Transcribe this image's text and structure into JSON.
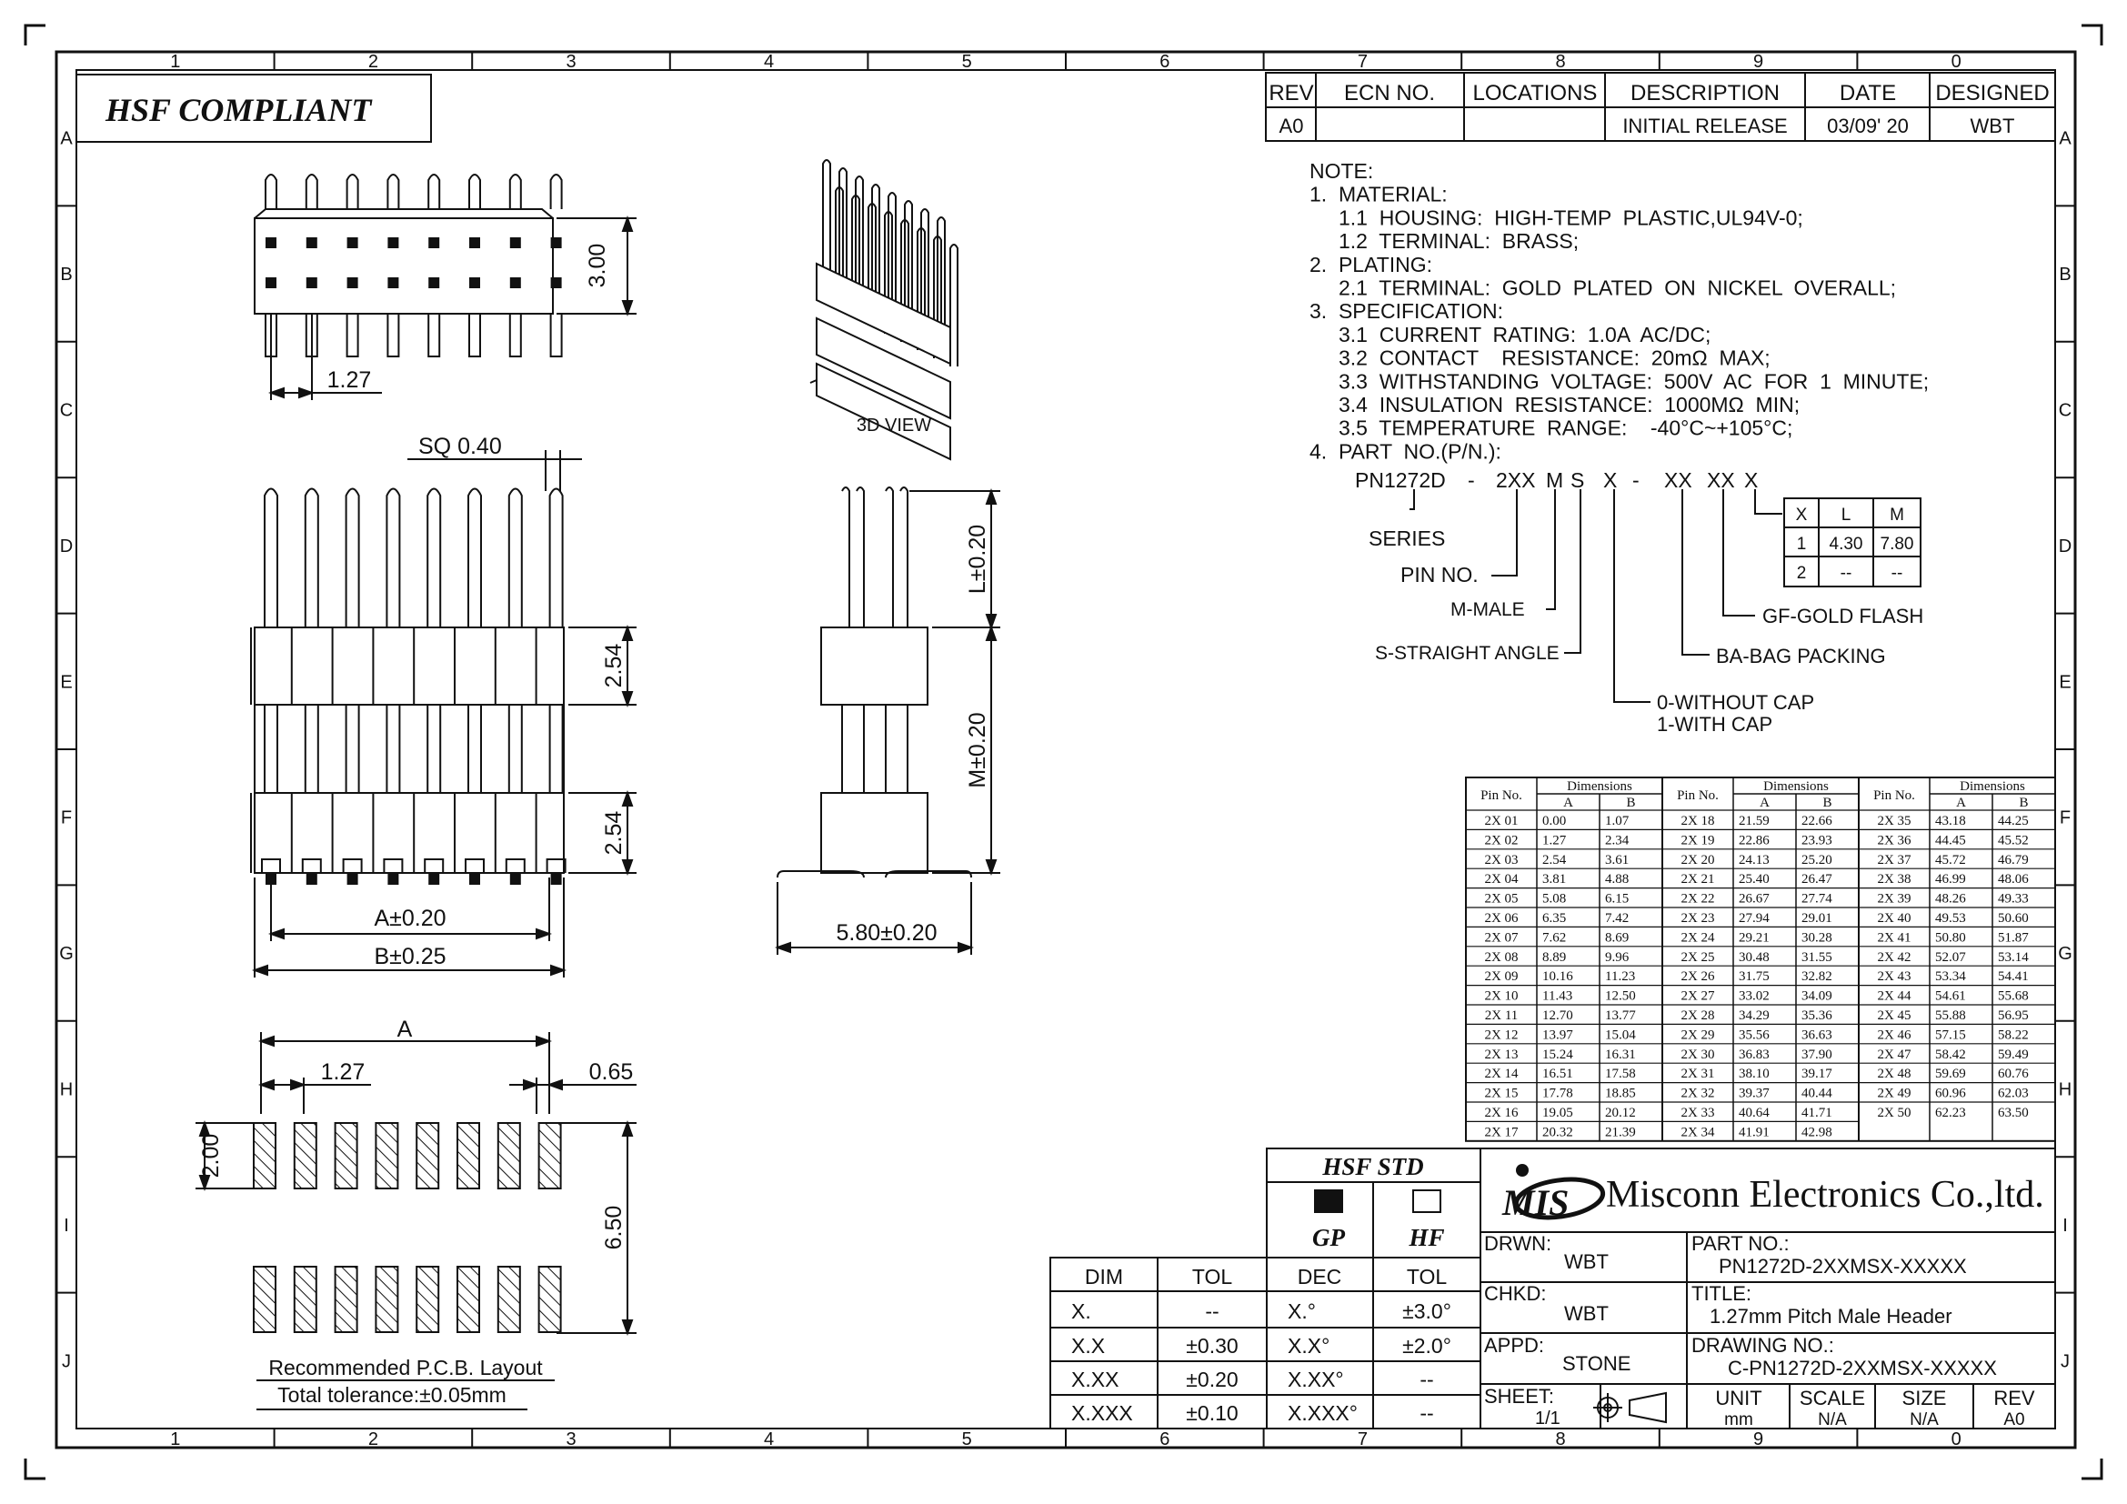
{
  "frame": {
    "col_numbers": [
      "1",
      "2",
      "3",
      "4",
      "5",
      "6",
      "7",
      "8",
      "9",
      "0"
    ],
    "row_letters": [
      "A",
      "B",
      "C",
      "D",
      "E",
      "F",
      "G",
      "H",
      "I",
      "J"
    ]
  },
  "compliance_label": "HSF  COMPLIANT",
  "revision_table": {
    "headers": [
      "REV",
      "ECN NO.",
      "LOCATIONS",
      "DESCRIPTION",
      "DATE",
      "DESIGNED"
    ],
    "row": [
      "A0",
      "",
      "",
      "INITIAL RELEASE",
      "03/09' 20",
      "WBT"
    ]
  },
  "views": {
    "view_3d_label": "3D VIEW",
    "top": {
      "height": "3.00",
      "pitch": "1.27"
    },
    "front": {
      "sq": "SQ 0.40",
      "seg1": "2.54",
      "seg2": "2.54",
      "a": "A±0.20",
      "b": "B±0.25"
    },
    "side": {
      "l": "L±0.20",
      "m": "M±0.20",
      "width": "5.80±0.20"
    },
    "pcb": {
      "a": "A",
      "pitch": "1.27",
      "pad_w": "0.65",
      "pad_h": "2.00",
      "span": "6.50",
      "caption": "Recommended  P.C.B.  Layout",
      "tolerance": "Total  tolerance:±0.05mm"
    }
  },
  "notes": [
    "NOTE:",
    "1.  MATERIAL:",
    "     1.1  HOUSING:  HIGH-TEMP  PLASTIC,UL94V-0;",
    "     1.2  TERMINAL:  BRASS;",
    "2.  PLATING:",
    "     2.1  TERMINAL:  GOLD  PLATED  ON  NICKEL  OVERALL;",
    "3.  SPECIFICATION:",
    "     3.1  CURRENT  RATING:  1.0A  AC/DC;",
    "     3.2  CONTACT    RESISTANCE:  20mΩ  MAX;",
    "     3.3  WITHSTANDING  VOLTAGE:  500V  AC  FOR  1  MINUTE;",
    "     3.4  INSULATION  RESISTANCE:  1000MΩ  MIN;",
    "     3.5  TEMPERATURE  RANGE:    -40°C~+105°C;",
    "4.  PART  NO.(P/N.):"
  ],
  "part_number": {
    "tokens": [
      "PN1272D",
      "-",
      "2XX",
      "M",
      "S",
      "X",
      "-",
      "XX",
      "XX",
      "X"
    ],
    "series": "SERIES",
    "pin_no": "PIN  NO.",
    "male": "M-MALE",
    "straight": "S-STRAIGHT  ANGLE",
    "cap_0": "0-WITHOUT  CAP",
    "cap_1": "1-WITH  CAP",
    "packing": "BA-BAG  PACKING",
    "plating": "GF-GOLD  FLASH",
    "xlm_table": {
      "headers": [
        "X",
        "L",
        "M"
      ],
      "rows": [
        [
          "1",
          "4.30",
          "7.80"
        ],
        [
          "2",
          "--",
          "--"
        ]
      ]
    }
  },
  "dimension_table": {
    "pin_header": "Pin No.",
    "group_header": "Dimensions",
    "sub_a": "A",
    "sub_b": "B",
    "rows": [
      [
        "2X 01",
        "0.00",
        "1.07"
      ],
      [
        "2X 02",
        "1.27",
        "2.34"
      ],
      [
        "2X 03",
        "2.54",
        "3.61"
      ],
      [
        "2X 04",
        "3.81",
        "4.88"
      ],
      [
        "2X 05",
        "5.08",
        "6.15"
      ],
      [
        "2X 06",
        "6.35",
        "7.42"
      ],
      [
        "2X 07",
        "7.62",
        "8.69"
      ],
      [
        "2X 08",
        "8.89",
        "9.96"
      ],
      [
        "2X 09",
        "10.16",
        "11.23"
      ],
      [
        "2X 10",
        "11.43",
        "12.50"
      ],
      [
        "2X 11",
        "12.70",
        "13.77"
      ],
      [
        "2X 12",
        "13.97",
        "15.04"
      ],
      [
        "2X 13",
        "15.24",
        "16.31"
      ],
      [
        "2X 14",
        "16.51",
        "17.58"
      ],
      [
        "2X 15",
        "17.78",
        "18.85"
      ],
      [
        "2X 16",
        "19.05",
        "20.12"
      ],
      [
        "2X 17",
        "20.32",
        "21.39"
      ],
      [
        "2X 18",
        "21.59",
        "22.66"
      ],
      [
        "2X 19",
        "22.86",
        "23.93"
      ],
      [
        "2X 20",
        "24.13",
        "25.20"
      ],
      [
        "2X 21",
        "25.40",
        "26.47"
      ],
      [
        "2X 22",
        "26.67",
        "27.74"
      ],
      [
        "2X 23",
        "27.94",
        "29.01"
      ],
      [
        "2X 24",
        "29.21",
        "30.28"
      ],
      [
        "2X 25",
        "30.48",
        "31.55"
      ],
      [
        "2X 26",
        "31.75",
        "32.82"
      ],
      [
        "2X 27",
        "33.02",
        "34.09"
      ],
      [
        "2X 28",
        "34.29",
        "35.36"
      ],
      [
        "2X 29",
        "35.56",
        "36.63"
      ],
      [
        "2X 30",
        "36.83",
        "37.90"
      ],
      [
        "2X 31",
        "38.10",
        "39.17"
      ],
      [
        "2X 32",
        "39.37",
        "40.44"
      ],
      [
        "2X 33",
        "40.64",
        "41.71"
      ],
      [
        "2X 34",
        "41.91",
        "42.98"
      ],
      [
        "2X 35",
        "43.18",
        "44.25"
      ],
      [
        "2X 36",
        "44.45",
        "45.52"
      ],
      [
        "2X 37",
        "45.72",
        "46.79"
      ],
      [
        "2X 38",
        "46.99",
        "48.06"
      ],
      [
        "2X 39",
        "48.26",
        "49.33"
      ],
      [
        "2X 40",
        "49.53",
        "50.60"
      ],
      [
        "2X 41",
        "50.80",
        "51.87"
      ],
      [
        "2X 42",
        "52.07",
        "53.14"
      ],
      [
        "2X 43",
        "53.34",
        "54.41"
      ],
      [
        "2X 44",
        "54.61",
        "55.68"
      ],
      [
        "2X 45",
        "55.88",
        "56.95"
      ],
      [
        "2X 46",
        "57.15",
        "58.22"
      ],
      [
        "2X 47",
        "58.42",
        "59.49"
      ],
      [
        "2X 48",
        "59.69",
        "60.76"
      ],
      [
        "2X 49",
        "60.96",
        "62.03"
      ],
      [
        "2X 50",
        "62.23",
        "63.50"
      ]
    ]
  },
  "tolerance_table": {
    "headers": [
      "DIM",
      "TOL"
    ],
    "rows": [
      [
        "X.",
        "--"
      ],
      [
        "X.X",
        "±0.30"
      ],
      [
        "X.XX",
        "±0.20"
      ],
      [
        "X.XXX",
        "±0.10"
      ]
    ]
  },
  "hsf_std": {
    "title": "HSF  STD",
    "gp": "GP",
    "hf": "HF",
    "headers": [
      "DEC",
      "TOL"
    ],
    "rows": [
      [
        "X.°",
        "±3.0°"
      ],
      [
        "X.X°",
        "±2.0°"
      ],
      [
        "X.XX°",
        "--"
      ],
      [
        "X.XXX°",
        "--"
      ]
    ]
  },
  "title_block": {
    "logo": "MIS",
    "company": "Misconn Electronics Co.,ltd.",
    "drwn_label": "DRWN:",
    "drwn": "WBT",
    "chkd_label": "CHKD:",
    "chkd": "WBT",
    "appd_label": "APPD:",
    "appd": "STONE",
    "part_no_label": "PART  NO.:",
    "part_no": "PN1272D-2XXMSX-XXXXX",
    "title_label": "TITLE:",
    "title": "1.27mm  Pitch  Male  Header",
    "drawing_no_label": "DRAWING  NO.:",
    "drawing_no": "C-PN1272D-2XXMSX-XXXXX",
    "sheet_label": "SHEET:",
    "sheet": "1/1",
    "unit_label": "UNIT",
    "unit": "mm",
    "scale_label": "SCALE",
    "scale": "N/A",
    "size_label": "SIZE",
    "size": "N/A",
    "rev_label": "REV",
    "rev": "A0"
  }
}
